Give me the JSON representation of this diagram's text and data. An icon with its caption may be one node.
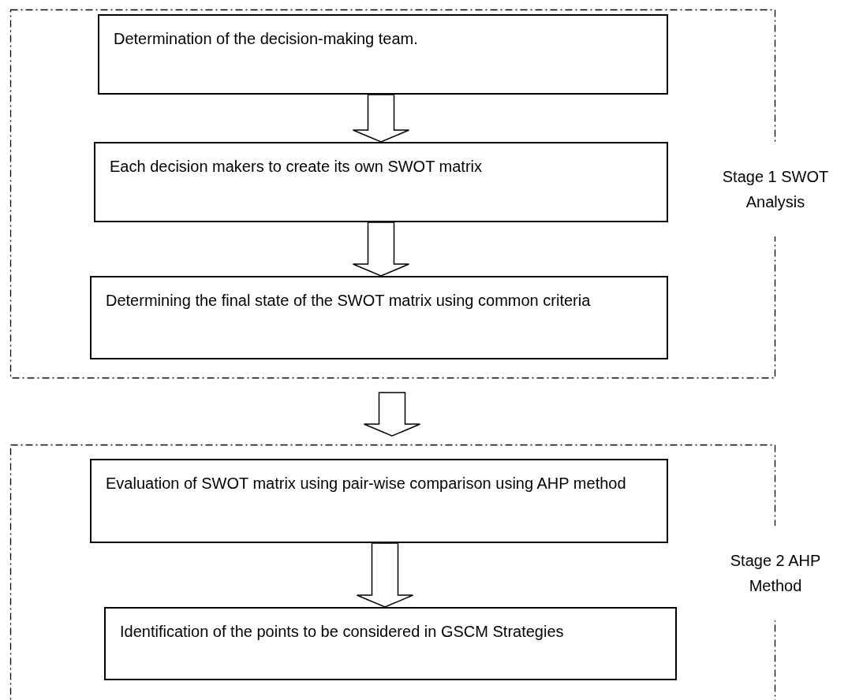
{
  "diagram": {
    "nodes": [
      {
        "text": [
          "Stage 1 SWOT Analysis"
        ]
      },
      {
        "text": [
          "Determination of the decision-making team."
        ],
        "in": 0
      },
      {
        "text": [
          "Each decision makers to create its own SWOT matrix"
        ],
        "in": 0
      },
      {
        "text": [
          "Determining the final state of the SWOT matrix using common criteria"
        ],
        "in": 0
      },
      {
        "text": [
          "Stage 2 AHP Method"
        ]
      },
      {
        "text": [
          "Evaluation of SWOT matrix using pair-wise comparison using AHP method"
        ],
        "in": 4
      },
      {
        "text": [
          "Identification of the points to be considered in GSCM Strategies"
        ],
        "in": 4
      }
    ],
    "edges": [
      {
        "from": 1,
        "to": 2,
        "arrow": "to"
      },
      {
        "from": 2,
        "to": 3,
        "arrow": "to"
      },
      {
        "from": 0,
        "to": 4,
        "arrow": "to"
      },
      {
        "from": 5,
        "to": 6,
        "arrow": "to"
      }
    ]
  }
}
